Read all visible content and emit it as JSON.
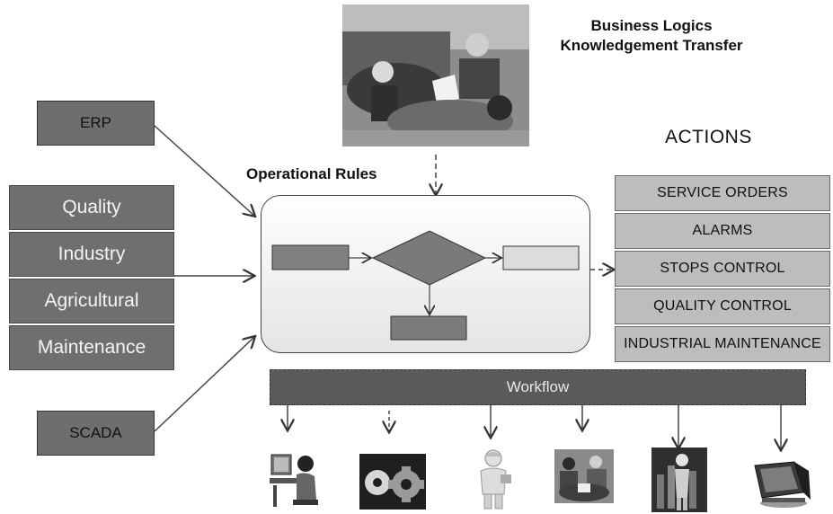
{
  "header": {
    "title_line1": "Business Logics",
    "title_line2": "Knowledgement Transfer"
  },
  "actions": {
    "title": "ACTIONS",
    "items": [
      "SERVICE ORDERS",
      "ALARMS",
      "STOPS CONTROL",
      "QUALITY CONTROL",
      "INDUSTRIAL MAINTENANCE"
    ]
  },
  "rules": {
    "label": "Operational Rules"
  },
  "sources": {
    "erp": "ERP",
    "scada": "SCADA",
    "stack": [
      "Quality",
      "Industry",
      "Agricultural",
      "Maintenance"
    ]
  },
  "workflow": {
    "label": "Workflow"
  },
  "icons": [
    "meeting-photo-icon",
    "person-at-computer-icon",
    "gears-icon",
    "engineer-icon",
    "team-photo-icon",
    "analyst-chart-icon",
    "computer-monitor-icon"
  ],
  "colors": {
    "box_dark": "#6f6f6f",
    "box_light": "#bdbdbd",
    "workflow": "#5a5a5a"
  }
}
